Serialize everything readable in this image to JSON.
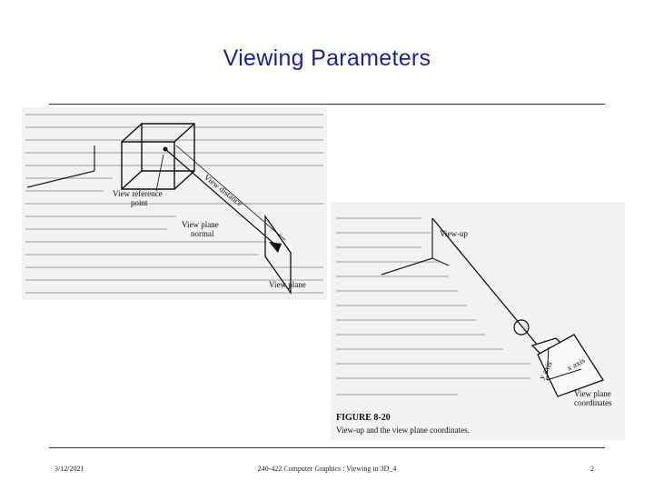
{
  "slide": {
    "title": "Viewing Parameters",
    "footer": {
      "date": "3/12/2021",
      "course": "240-422 Computer Graphics : Viewing in 3D_4",
      "page": "2"
    }
  },
  "figure_left": {
    "labels": {
      "view_reference_point": [
        "View reference",
        "point"
      ],
      "view_distance": "View distance",
      "view_plane_normal": [
        "View plane",
        "normal"
      ],
      "view_plane": "View plane"
    }
  },
  "figure_right": {
    "labels": {
      "view_up": "View-up",
      "y_axis": "y axis",
      "x_axis": "x axis",
      "view_plane_coordinates": [
        "View plane",
        "coordinates"
      ]
    },
    "caption_title": "FIGURE 8-20",
    "caption_text": "View-up and the view plane coordinates."
  }
}
